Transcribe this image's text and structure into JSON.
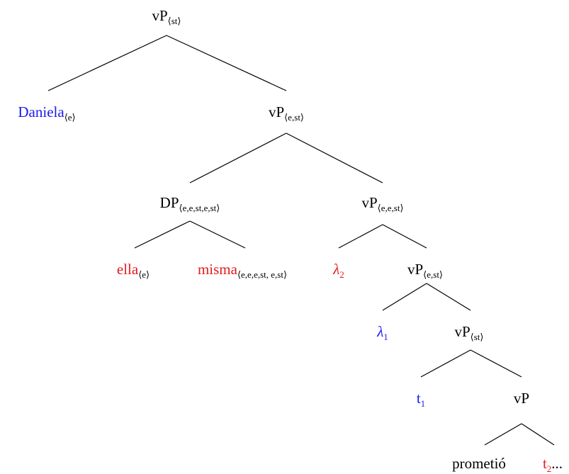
{
  "colors": {
    "black": "#000000",
    "blue": "#1a1aee",
    "red": "#e51c1c"
  },
  "tree": {
    "root": {
      "head": "vP",
      "sub": "⟨st⟩"
    },
    "daniela": {
      "head": "Daniela",
      "sub": "⟨e⟩"
    },
    "vp_est": {
      "head": "vP",
      "sub": "⟨e,st⟩"
    },
    "dp": {
      "head": "DP",
      "sub": "⟨e,e,st,e,st⟩"
    },
    "vp_eest": {
      "head": "vP",
      "sub": "⟨e,e,st⟩"
    },
    "ella": {
      "head": "ella",
      "sub": "⟨e⟩"
    },
    "misma": {
      "head": "misma",
      "sub": "⟨e,e,e,st, e,st⟩"
    },
    "lambda2": {
      "head": "λ",
      "sub": "2"
    },
    "vp_est2": {
      "head": "vP",
      "sub": "⟨e,st⟩"
    },
    "lambda1": {
      "head": "λ",
      "sub": "1"
    },
    "vp_st2": {
      "head": "vP",
      "sub": "⟨st⟩"
    },
    "t1": {
      "head": "t",
      "sub": "1"
    },
    "vp_bare": {
      "head": "vP"
    },
    "prometio": {
      "head": "prometió"
    },
    "t2": {
      "head": "t",
      "sub": "2",
      "tail": "..."
    }
  }
}
